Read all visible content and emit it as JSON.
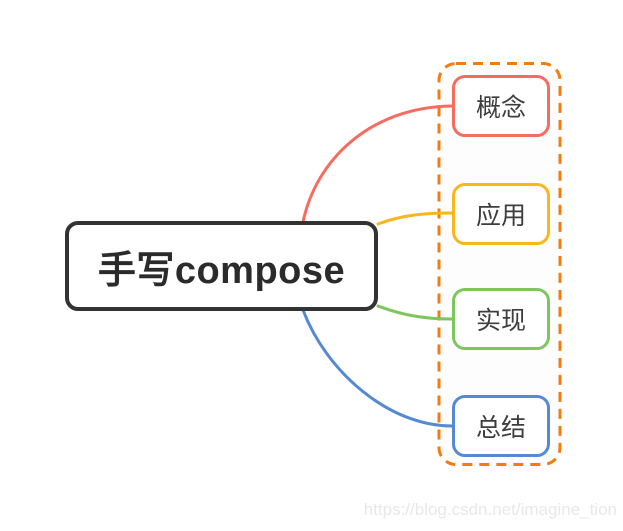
{
  "root": {
    "label": "手写compose"
  },
  "branches": [
    {
      "label": "概念",
      "color": "red"
    },
    {
      "label": "应用",
      "color": "yellow"
    },
    {
      "label": "实现",
      "color": "green"
    },
    {
      "label": "总结",
      "color": "blue"
    }
  ],
  "edges": [
    {
      "from": "手写compose",
      "to": "概念",
      "color": "red"
    },
    {
      "from": "手写compose",
      "to": "应用",
      "color": "yellow"
    },
    {
      "from": "手写compose",
      "to": "实现",
      "color": "green"
    },
    {
      "from": "手写compose",
      "to": "总结",
      "color": "blue"
    }
  ],
  "colors": {
    "red": "#f76c5e",
    "yellow": "#fbb619",
    "green": "#7cc65c",
    "blue": "#548ad5",
    "frame-orange": "#f37c10",
    "frame-fill": "#fdfdfd",
    "root-border": "#333333",
    "root-text": "#2b2b2b",
    "branch-text": "#3d3d3d",
    "watermark-gray": "#e8e8e8",
    "canvas-bg": "#ffffff"
  },
  "watermark": {
    "text": "https://blog.csdn.net/imagine_tion"
  }
}
